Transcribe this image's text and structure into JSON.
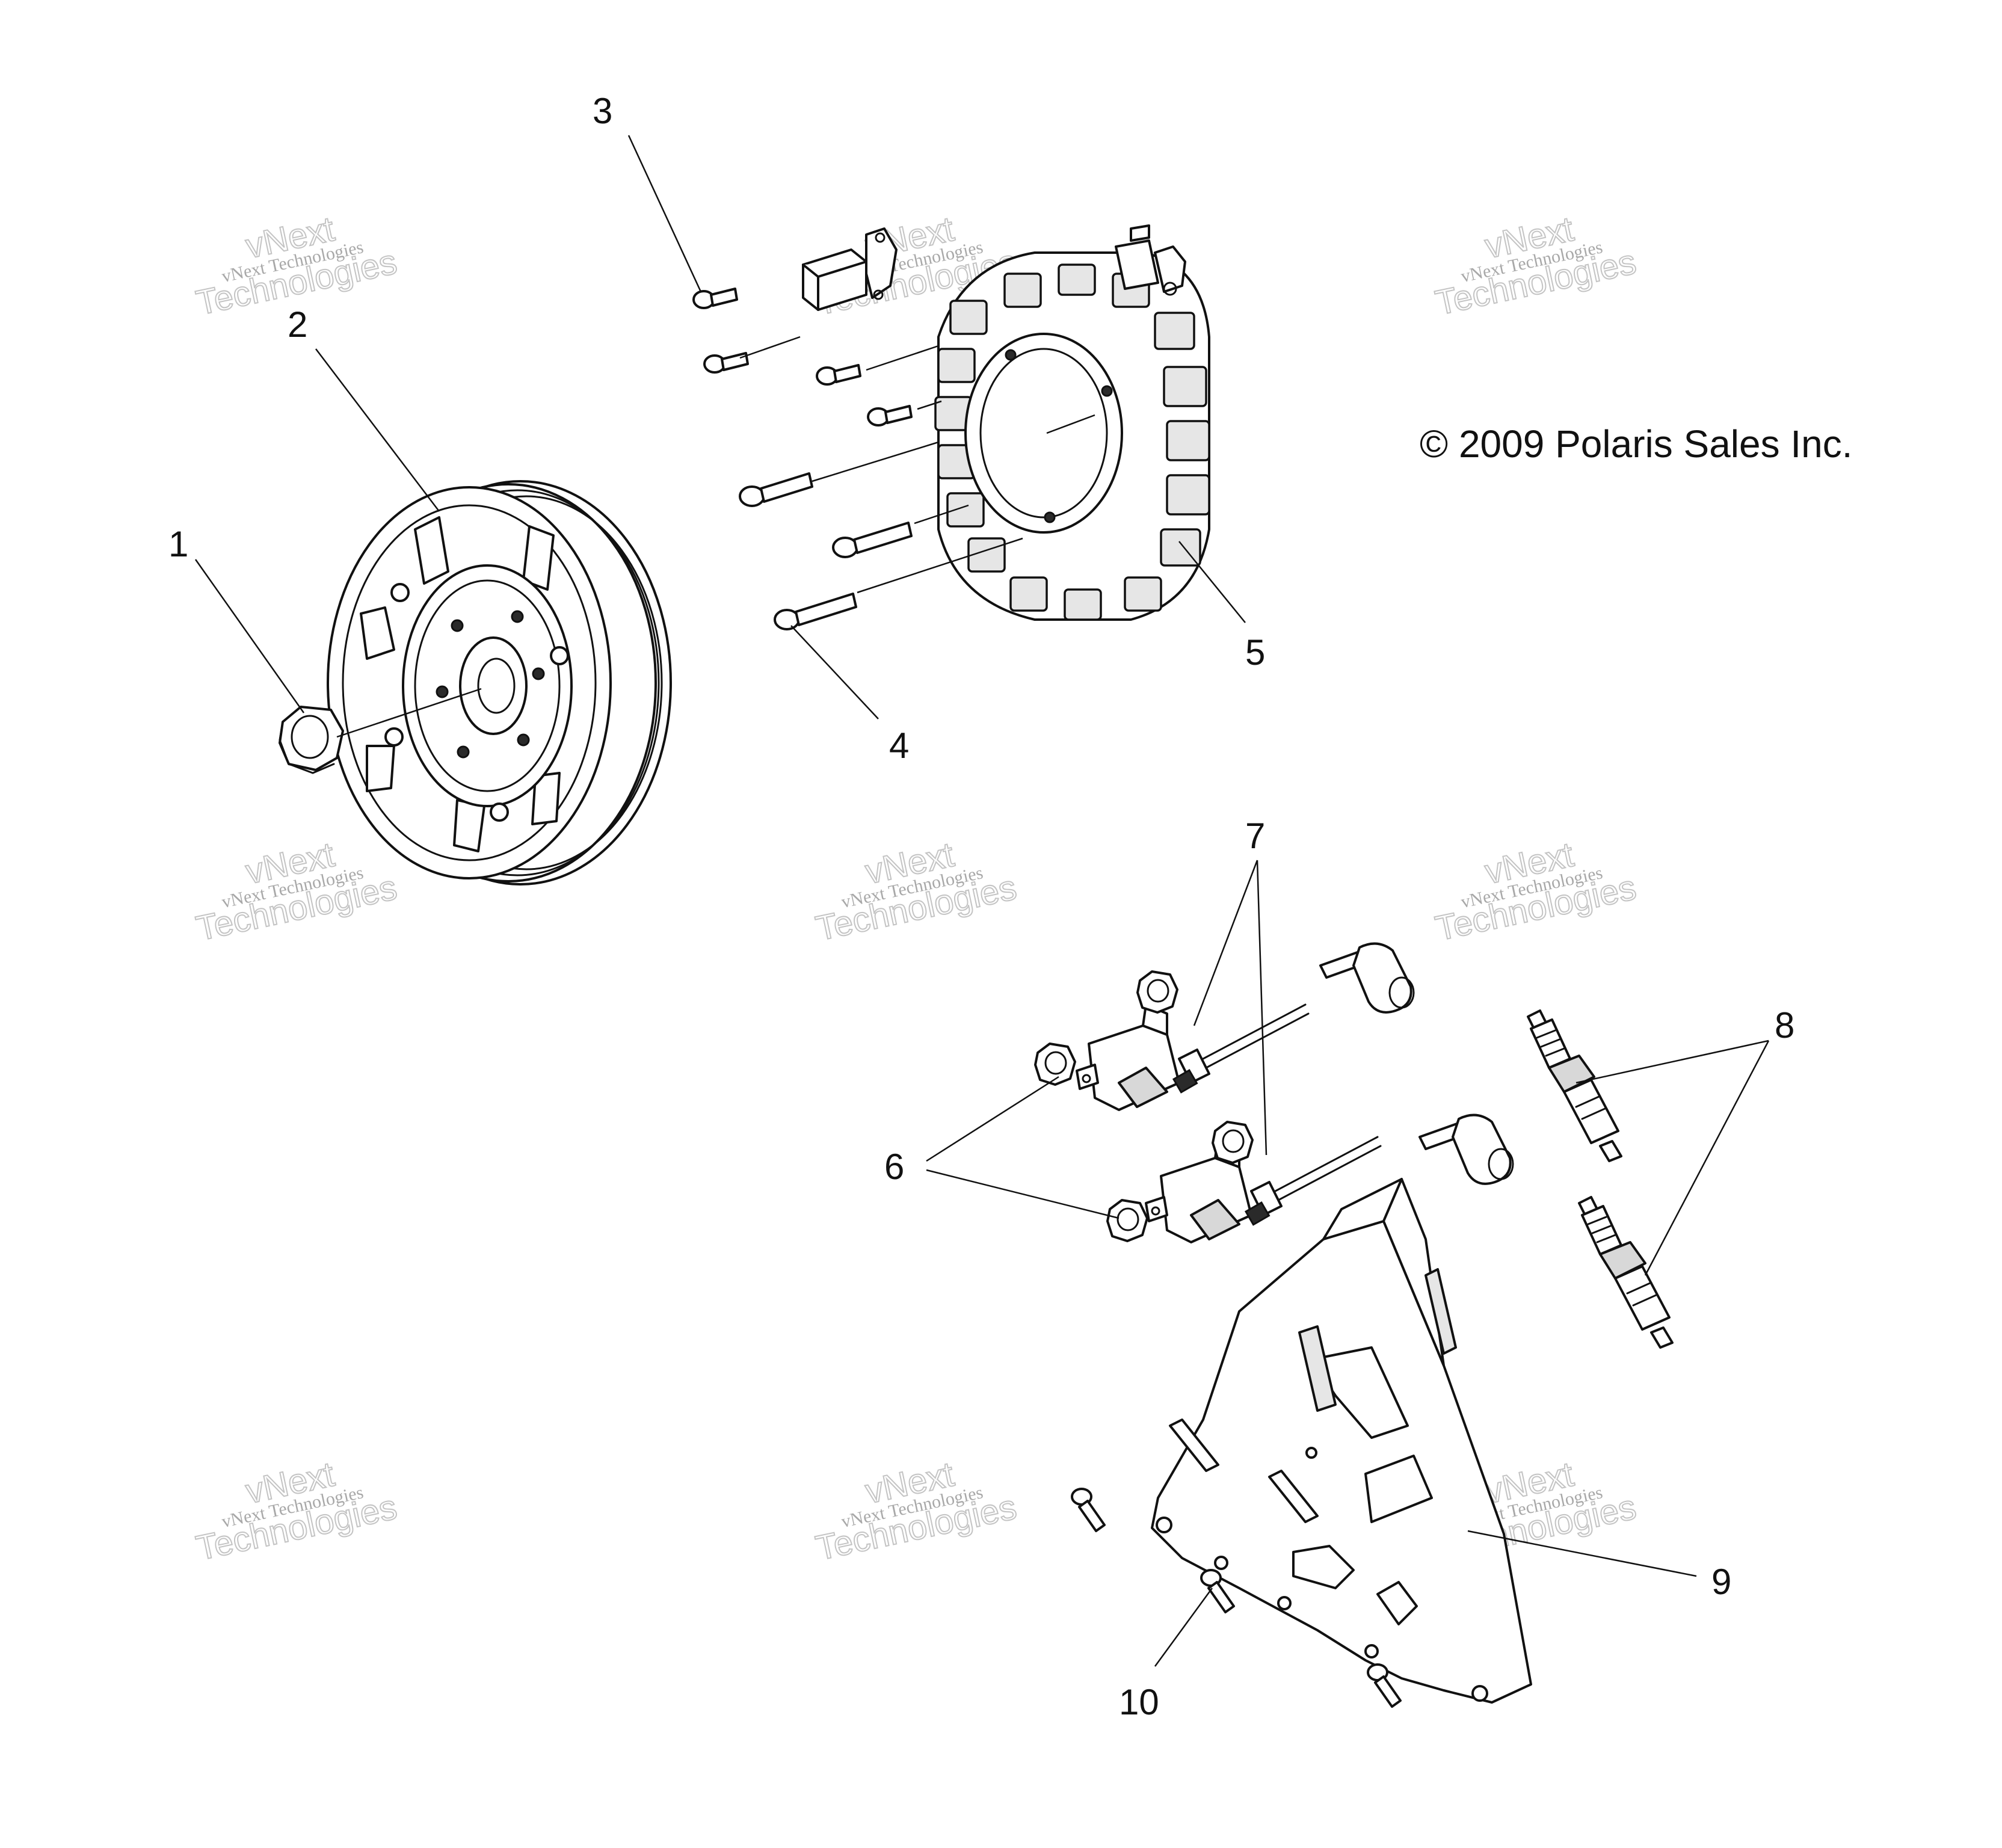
{
  "copyright": "© 2009 Polaris Sales Inc.",
  "callouts": [
    {
      "id": "1",
      "label": "1"
    },
    {
      "id": "2",
      "label": "2"
    },
    {
      "id": "3",
      "label": "3"
    },
    {
      "id": "4",
      "label": "4"
    },
    {
      "id": "5",
      "label": "5"
    },
    {
      "id": "6",
      "label": "6"
    },
    {
      "id": "7",
      "label": "7"
    },
    {
      "id": "8",
      "label": "8"
    },
    {
      "id": "9",
      "label": "9"
    },
    {
      "id": "10",
      "label": "10"
    }
  ],
  "watermark": {
    "line_small": "vNext Technologies",
    "line_big_1": "vNext",
    "line_big_2": "Technologies"
  },
  "colors": {
    "line": "#111111",
    "background": "#ffffff",
    "watermark": "#c4c4c4"
  }
}
